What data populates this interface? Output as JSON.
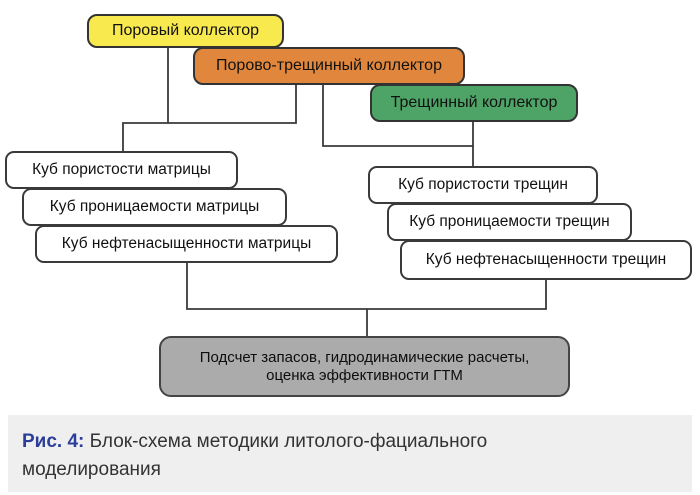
{
  "diagram": {
    "nodes": {
      "porous": {
        "label": "Поровый коллектор",
        "fill": "#F7E94E"
      },
      "porous_fractured": {
        "label": "Порово-трещинный коллектор",
        "fill": "#E0873D"
      },
      "fractured": {
        "label": "Трещинный коллектор",
        "fill": "#4EA466"
      },
      "matrix_porosity": {
        "label": "Куб пористости матрицы"
      },
      "matrix_permeability": {
        "label": "Куб проницаемости матрицы"
      },
      "matrix_oil_saturation": {
        "label": "Куб нефтенасыщенности матрицы"
      },
      "fracture_porosity": {
        "label": "Куб пористости трещин"
      },
      "fracture_permeability": {
        "label": "Куб проницаемости трещин"
      },
      "fracture_oil_saturation": {
        "label": "Куб нефтенасыщенности трещин"
      },
      "summary": {
        "label_line1": "Подсчет запасов, гидродинамические расчеты,",
        "label_line2": "оценка эффективности ГТМ",
        "fill": "#ABABAB"
      }
    },
    "line_color": "#3a3a3a"
  },
  "caption": {
    "figure_label": "Рис. 4:",
    "text_line1": "Блок-схема методики литолого-фациального",
    "text_line2": "моделирования",
    "accent_color": "#2B3E99",
    "background": "#EFEFEF"
  }
}
